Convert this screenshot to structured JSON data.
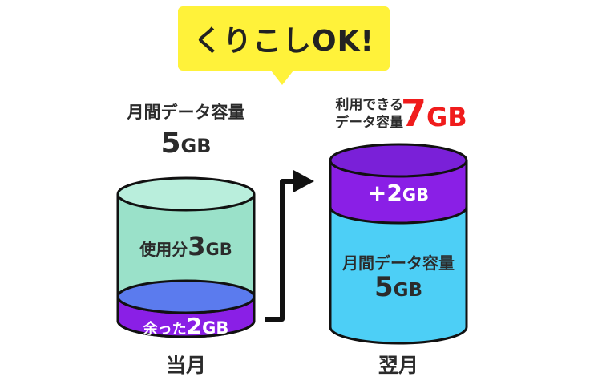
{
  "callout": {
    "text": "くりこしOK!"
  },
  "this_month": {
    "capacity_label": "月間データ容量",
    "capacity_value": "5",
    "capacity_unit": "GB",
    "used_prefix": "使用分",
    "used_value": "3",
    "used_unit": "GB",
    "remaining_prefix": "余った",
    "remaining_value": "2",
    "remaining_unit": "GB",
    "footer": "当月"
  },
  "next_month": {
    "available_line1": "利用できる",
    "available_line2": "データ容量",
    "available_value": "7",
    "available_unit": "GB",
    "carryover_value": "+2",
    "carryover_unit": "GB",
    "capacity_label": "月間データ容量",
    "capacity_value": "5",
    "capacity_unit": "GB",
    "footer": "翌月"
  },
  "colors": {
    "callout": "#FFF23A",
    "used": "#9AE1C9",
    "remaining_top": "#5B7BEE",
    "purple": "#8A1FE6",
    "blue": "#4DCFF6",
    "highlight_red": "#F01C1C"
  }
}
